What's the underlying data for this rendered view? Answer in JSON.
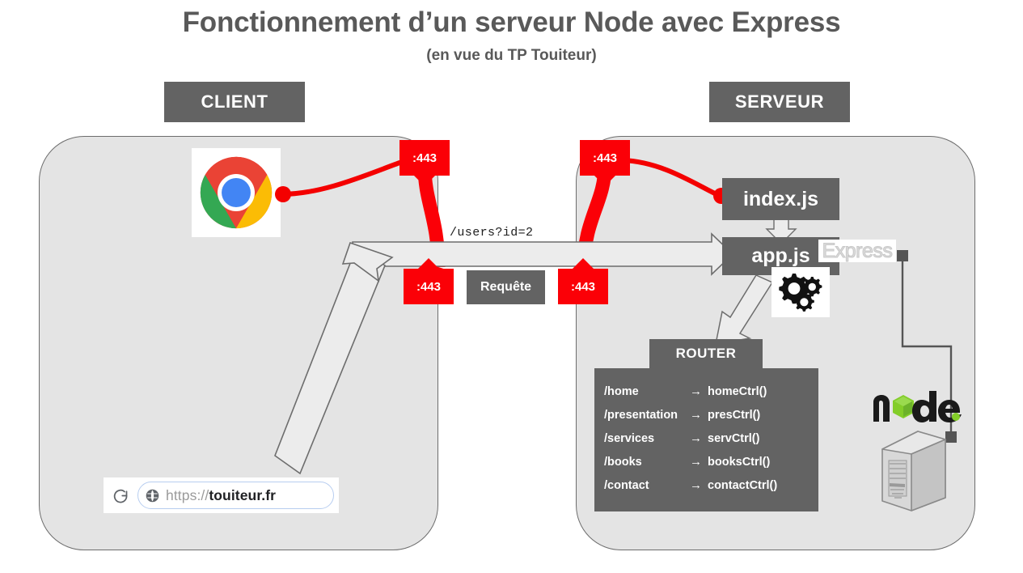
{
  "header": {
    "title": "Fonctionnement d’un serveur Node avec Express",
    "subtitle": "(en vue du TP Touiteur)"
  },
  "sections": {
    "client_label": "CLIENT",
    "server_label": "SERVEUR"
  },
  "client": {
    "browser_icon": "chrome-logo-icon",
    "urlbar": {
      "reload_icon": "reload-icon",
      "site_icon": "globe-icon",
      "scheme": "https://",
      "host": "touiteur.fr",
      "full_url": "https://touiteur.fr"
    }
  },
  "network": {
    "port_badges": [
      {
        "id": "client-out",
        "label": ":443",
        "direction": "down"
      },
      {
        "id": "server-in",
        "label": ":443",
        "direction": "down"
      },
      {
        "id": "client-req",
        "label": ":443",
        "direction": "up"
      },
      {
        "id": "server-req",
        "label": ":443",
        "direction": "up"
      }
    ],
    "request_label": "/users?id=2",
    "request_chip": "Requête"
  },
  "server": {
    "entry_file": "index.js",
    "app_file": "app.js",
    "framework_logo": "Express",
    "gears_icon": "gears-icon",
    "runtime_logo": "node",
    "machine_icon": "server-tower-icon"
  },
  "router": {
    "title": "ROUTER",
    "arrow_glyph": "→",
    "routes": [
      {
        "path": "/home",
        "controller": "homeCtrl()"
      },
      {
        "path": "/presentation",
        "controller": "presCtrl()"
      },
      {
        "path": "/services",
        "controller": "servCtrl()"
      },
      {
        "path": "/books",
        "controller": "booksCtrl()"
      },
      {
        "path": "/contact",
        "controller": "contactCtrl()"
      }
    ]
  },
  "colors": {
    "red": "#fb0007",
    "gray_box": "#636363",
    "panel_fill": "#e4e4e4",
    "panel_border": "#6d6d6d",
    "title_gray": "#595959",
    "node_green": "#83cd29",
    "arrow_fill": "#ececec"
  }
}
